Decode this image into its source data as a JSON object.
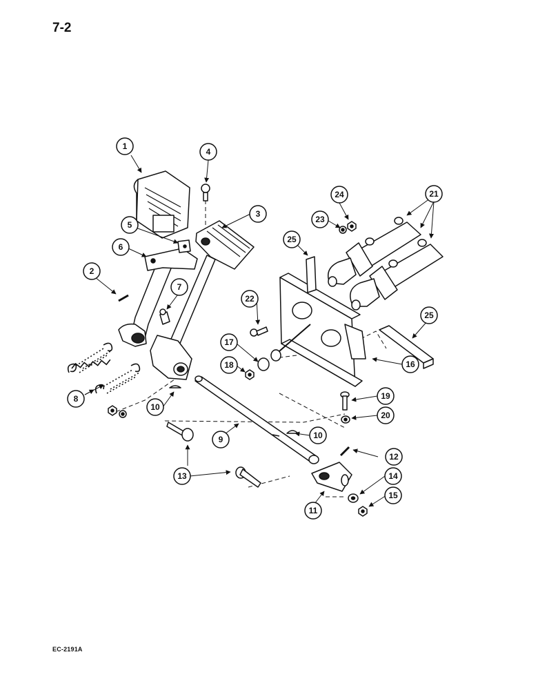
{
  "page": {
    "number": "7-2",
    "drawing_code": "EC-2191A"
  },
  "callouts": [
    {
      "id": "c1",
      "label": "1"
    },
    {
      "id": "c2",
      "label": "2"
    },
    {
      "id": "c3",
      "label": "3"
    },
    {
      "id": "c4",
      "label": "4"
    },
    {
      "id": "c5",
      "label": "5"
    },
    {
      "id": "c6",
      "label": "6"
    },
    {
      "id": "c7",
      "label": "7"
    },
    {
      "id": "c8",
      "label": "8"
    },
    {
      "id": "c9",
      "label": "9"
    },
    {
      "id": "c10a",
      "label": "10"
    },
    {
      "id": "c10b",
      "label": "10"
    },
    {
      "id": "c11",
      "label": "11"
    },
    {
      "id": "c12",
      "label": "12"
    },
    {
      "id": "c13",
      "label": "13"
    },
    {
      "id": "c14",
      "label": "14"
    },
    {
      "id": "c15",
      "label": "15"
    },
    {
      "id": "c16",
      "label": "16"
    },
    {
      "id": "c17",
      "label": "17"
    },
    {
      "id": "c18",
      "label": "18"
    },
    {
      "id": "c19",
      "label": "19"
    },
    {
      "id": "c20",
      "label": "20"
    },
    {
      "id": "c21",
      "label": "21"
    },
    {
      "id": "c22",
      "label": "22"
    },
    {
      "id": "c23",
      "label": "23"
    },
    {
      "id": "c24",
      "label": "24"
    },
    {
      "id": "c25a",
      "label": "25"
    },
    {
      "id": "c25b",
      "label": "25"
    }
  ]
}
